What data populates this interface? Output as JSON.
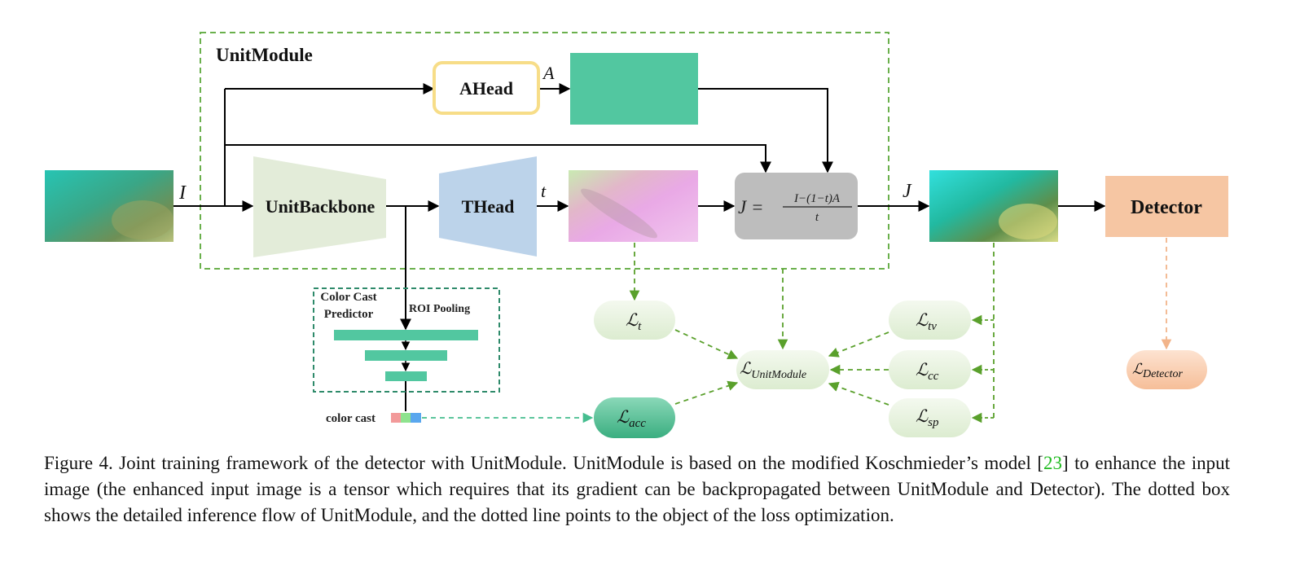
{
  "module": {
    "title": "UnitModule"
  },
  "blocks": {
    "ahead": "AHead",
    "backbone": "UnitBackbone",
    "thead": "THead",
    "detector": "Detector",
    "predictor_line1": "Color Cast",
    "predictor_line2": "Predictor",
    "roi_pooling": "ROI Pooling",
    "color_cast": "color cast"
  },
  "symbols": {
    "input": "I",
    "atmospheric": "A",
    "transmission": "t",
    "output": "J",
    "formula_lhs": "J =",
    "formula_numerator": "I−(1−t)A",
    "formula_denominator": "t"
  },
  "losses": {
    "script": "ℒ",
    "t": "t",
    "acc": "acc",
    "unit": "UnitModule",
    "tv": "tv",
    "cc": "cc",
    "sp": "sp",
    "detector": "Detector"
  },
  "caption": {
    "prefix": "Figure 4.  Joint training framework of the detector with UnitModule. UnitModule is based on the modified Koschmieder’s model [",
    "ref": "23",
    "suffix": "] to enhance the input image (the enhanced input image is a tensor which requires that its gradient can be backpropagated between UnitModule and Detector).  The dotted box shows the detailed inference flow of UnitModule, and the dotted line points to the object of the loss optimization."
  },
  "colors": {
    "module_border": "#6ab04c",
    "teal": "#52c7a0",
    "backbone": "#e3ecd9",
    "thead": "#bcd3ea",
    "formula_box": "#bdbdbd",
    "detector": "#f6c6a3",
    "loss_light": "#e6f2de",
    "loss_dark": "#45bd8f",
    "loss_detector": "#f8c8a4",
    "ahead_border": "#f7dd88",
    "predictor_border": "#2e8a6a",
    "color_red": "#f29a9a",
    "color_green": "#8ee38e",
    "color_blue": "#5aa7ee"
  }
}
